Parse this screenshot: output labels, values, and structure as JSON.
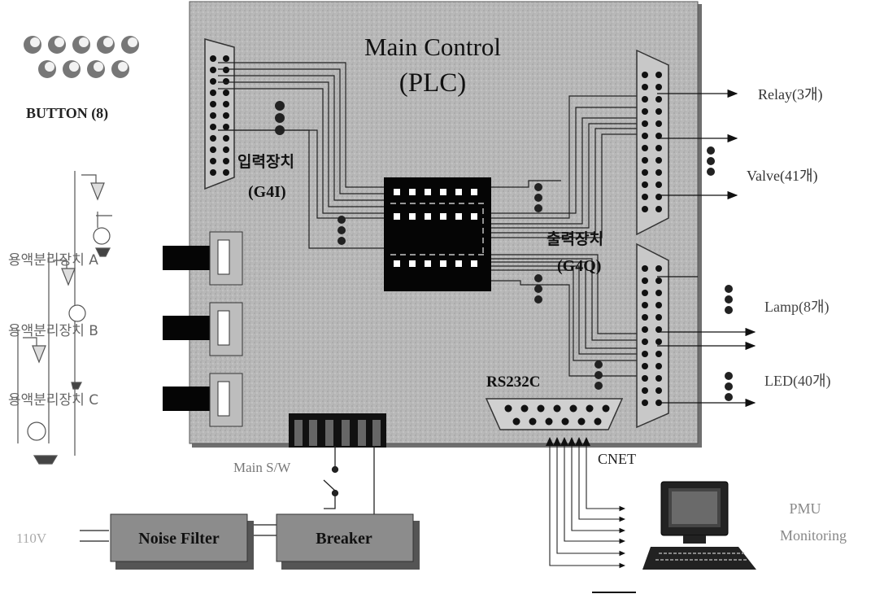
{
  "board": {
    "title_line1": "Main Control",
    "title_line2": "(PLC)",
    "colors": {
      "board": "#b4b4b4",
      "board_edge": "#6a6a6a",
      "chip": "#050505",
      "box": "#8c8c8c"
    }
  },
  "button_panel": {
    "label": "BUTTON (8)",
    "count": 9
  },
  "input_unit": {
    "label_line1": "입력장치",
    "label_line2": "(G4I)"
  },
  "output_unit": {
    "label_line1": "출력장치",
    "label_line2": "(G4Q)"
  },
  "separators": [
    {
      "label": "용액분리장치 A"
    },
    {
      "label": "용액분리장치 B"
    },
    {
      "label": "용액분리장치 C"
    }
  ],
  "outputs": {
    "relay": "Relay(3개)",
    "valve": "Valve(41개)",
    "lamp": "Lamp(8개)",
    "led": "LED(40개)"
  },
  "serial": {
    "port_label": "RS232C",
    "net_label": "CNET"
  },
  "pc": {
    "label_line1": "PMU",
    "label_line2": "Monitoring"
  },
  "power": {
    "voltage": "110V",
    "filter": "Noise Filter",
    "breaker": "Breaker",
    "switch": "Main S/W"
  }
}
